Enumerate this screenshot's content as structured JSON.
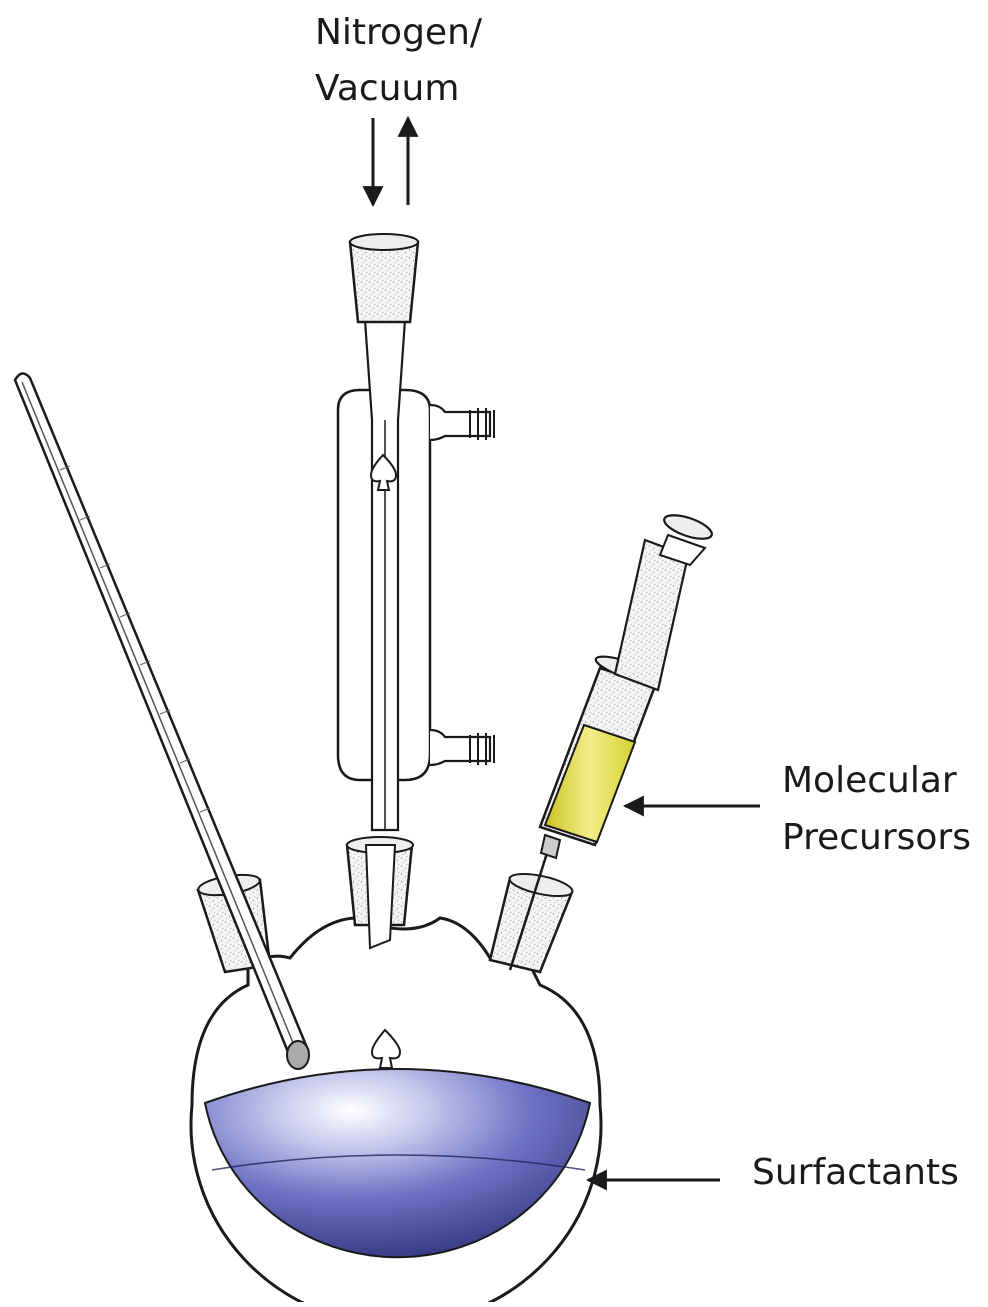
{
  "labels": {
    "gas_line1": "Nitrogen/",
    "gas_line2": "Vacuum",
    "precursor_line1": "Molecular",
    "precursor_line2": "Precursors",
    "surfactant": "Surfactants"
  },
  "colors": {
    "surfactant_liquid": "#4a4fa0",
    "precursor_liquid": "#e8e040",
    "outline": "#1a1a1a",
    "ground_glass": "#d8d8d8"
  }
}
